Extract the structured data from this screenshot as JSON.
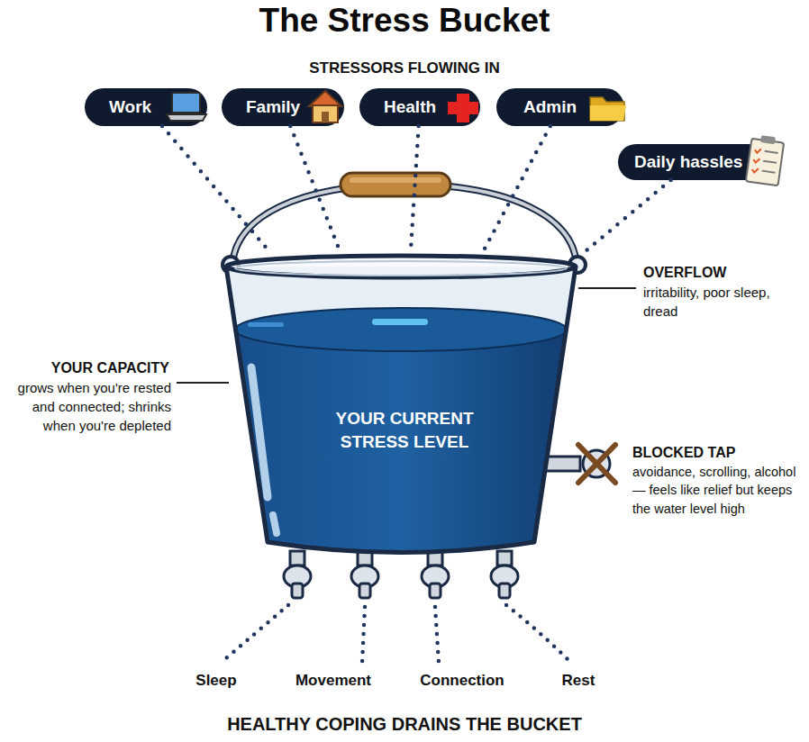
{
  "diagram": {
    "title": "The Stress Bucket",
    "caption": "HEALTHY COPING DRAINS THE BUCKET",
    "nodes": [
      {
        "text": [
          "Work"
        ]
      },
      {
        "text": [
          "Family"
        ]
      },
      {
        "text": [
          "Health"
        ]
      },
      {
        "text": [
          "Admin"
        ]
      },
      {
        "text": [
          "Daily hassles"
        ]
      },
      {
        "text": [
          "YOUR CURRENT STRESS LEVEL"
        ]
      }
    ],
    "edges": [
      {
        "from": 0,
        "to": 5,
        "arrow": "none"
      },
      {
        "from": 1,
        "to": 5,
        "arrow": "none"
      },
      {
        "from": 2,
        "to": 5,
        "arrow": "none"
      },
      {
        "from": 3,
        "to": 5,
        "arrow": "none"
      },
      {
        "from": 4,
        "to": 5,
        "arrow": "none"
      }
    ],
    "labels": [
      "STRESSORS FLOWING IN",
      "OVERFLOW",
      "irritability, poor sleep, dread",
      "YOUR CAPACITY",
      "grows when you're rested and connected; shrinks when you're depleted",
      "BLOCKED TAP",
      "avoidance, scrolling, alcohol — feels like relief but keeps the water level high",
      "Sleep",
      "Movement",
      "Connection",
      "Rest"
    ]
  }
}
